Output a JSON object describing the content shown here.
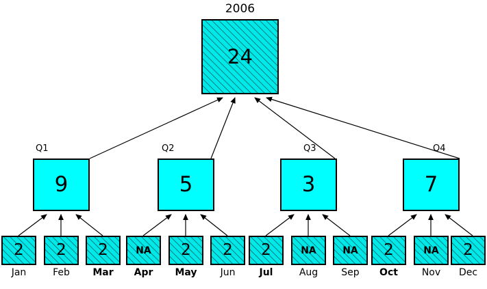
{
  "diagram": {
    "type": "hierarchy-tree",
    "title": "2006",
    "colors": {
      "node_fill": "#00FFFF",
      "node_fill_hatched": "#00E8E8",
      "border": "#000000",
      "background": "#FFFFFF",
      "edge": "#000000"
    },
    "root": {
      "label": "2006",
      "value": "24",
      "style": "hatched"
    },
    "quarters": [
      {
        "label": "Q1",
        "value": "9",
        "style": "flat"
      },
      {
        "label": "Q2",
        "value": "5",
        "style": "flat"
      },
      {
        "label": "Q3",
        "value": "3",
        "style": "flat"
      },
      {
        "label": "Q4",
        "value": "7",
        "style": "flat"
      }
    ],
    "months": [
      {
        "label": "Jan",
        "value": "2",
        "bold_label": false,
        "style": "hatched"
      },
      {
        "label": "Feb",
        "value": "2",
        "bold_label": false,
        "style": "hatched"
      },
      {
        "label": "Mar",
        "value": "2",
        "bold_label": true,
        "style": "hatched"
      },
      {
        "label": "Apr",
        "value": "NA",
        "bold_label": true,
        "style": "hatched"
      },
      {
        "label": "May",
        "value": "2",
        "bold_label": true,
        "style": "hatched"
      },
      {
        "label": "Jun",
        "value": "2",
        "bold_label": false,
        "style": "hatched"
      },
      {
        "label": "Jul",
        "value": "2",
        "bold_label": true,
        "style": "hatched"
      },
      {
        "label": "Aug",
        "value": "NA",
        "bold_label": false,
        "style": "hatched"
      },
      {
        "label": "Sep",
        "value": "NA",
        "bold_label": false,
        "style": "hatched"
      },
      {
        "label": "Oct",
        "value": "2",
        "bold_label": true,
        "style": "hatched"
      },
      {
        "label": "Nov",
        "value": "NA",
        "bold_label": false,
        "style": "hatched"
      },
      {
        "label": "Dec",
        "value": "2",
        "bold_label": false,
        "style": "hatched"
      }
    ]
  }
}
